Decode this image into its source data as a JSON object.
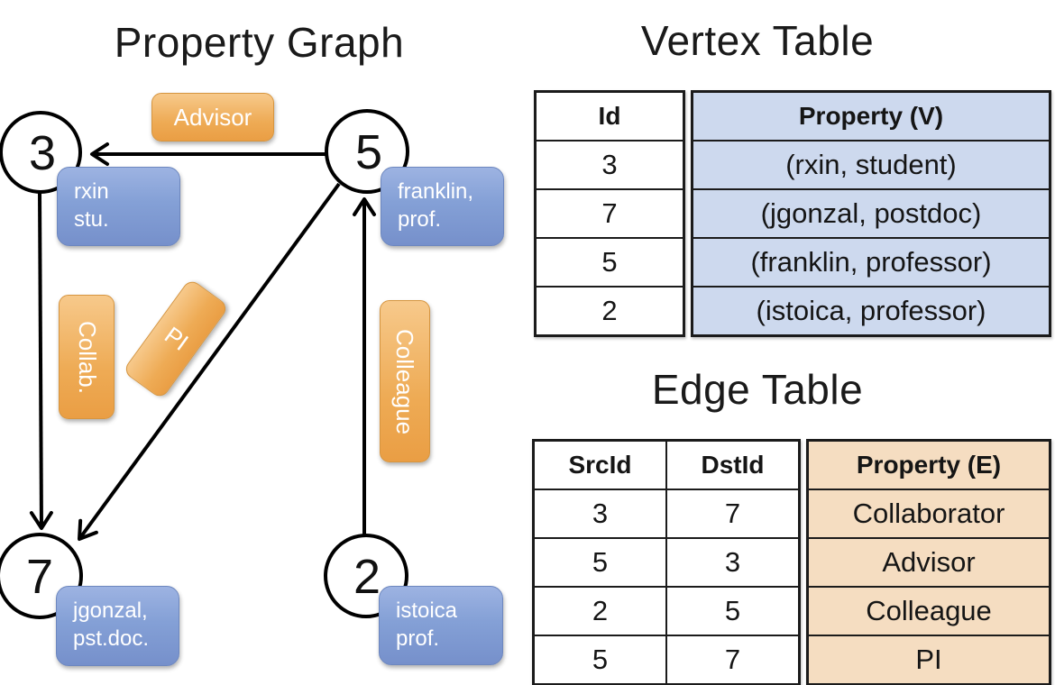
{
  "titles": {
    "graph": "Property Graph",
    "vertex": "Vertex Table",
    "edge": "Edge Table"
  },
  "graph": {
    "nodes": [
      {
        "id": "3",
        "property_lines": [
          "rxin",
          "stu."
        ]
      },
      {
        "id": "5",
        "property_lines": [
          "franklin,",
          "prof."
        ]
      },
      {
        "id": "7",
        "property_lines": [
          "jgonzal,",
          "pst.doc."
        ]
      },
      {
        "id": "2",
        "property_lines": [
          "istoica",
          "prof."
        ]
      }
    ],
    "edges": [
      {
        "label": "Advisor",
        "from": "5",
        "to": "3"
      },
      {
        "label": "Collab.",
        "from": "3",
        "to": "7"
      },
      {
        "label": "PI",
        "from": "5",
        "to": "7"
      },
      {
        "label": "Colleague",
        "from": "2",
        "to": "5"
      }
    ]
  },
  "vertex_table": {
    "columns": [
      "Id",
      "Property (V)"
    ],
    "rows": [
      [
        "3",
        "(rxin, student)"
      ],
      [
        "7",
        "(jgonzal, postdoc)"
      ],
      [
        "5",
        "(franklin, professor)"
      ],
      [
        "2",
        "(istoica, professor)"
      ]
    ]
  },
  "edge_table": {
    "columns": [
      "SrcId",
      "DstId",
      "Property (E)"
    ],
    "rows": [
      [
        "3",
        "7",
        "Collaborator"
      ],
      [
        "5",
        "3",
        "Advisor"
      ],
      [
        "2",
        "5",
        "Colleague"
      ],
      [
        "5",
        "7",
        "PI"
      ]
    ]
  },
  "colors": {
    "edge_label_fill": "#eeab55",
    "vertex_label_fill": "#84a0d6",
    "vertex_cell_bg": "#cdd9ee",
    "edge_cell_bg": "#f5ddc1",
    "line": "#000000"
  }
}
